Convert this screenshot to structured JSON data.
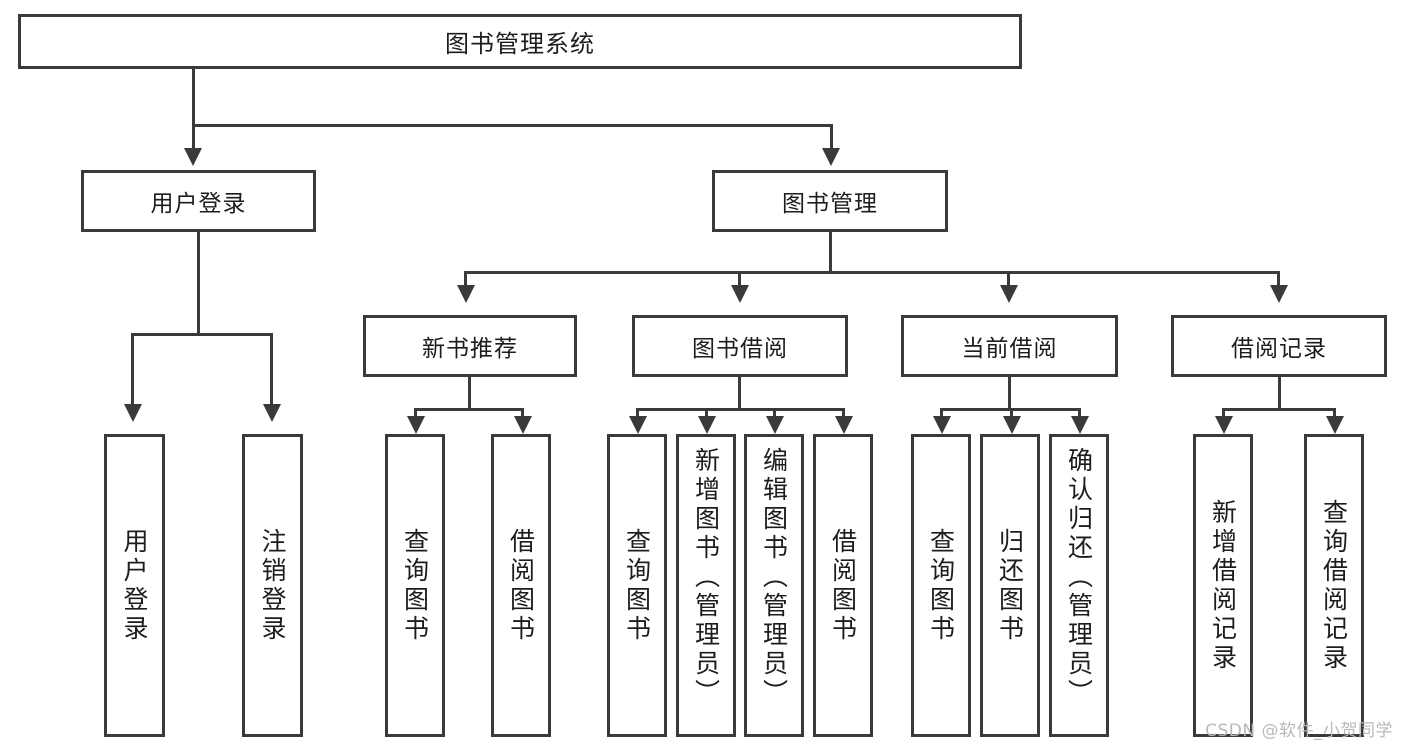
{
  "diagram": {
    "title": "图书管理系统",
    "type": "tree-hierarchy",
    "root": {
      "label": "图书管理系统"
    },
    "level1": [
      {
        "label": "用户登录"
      },
      {
        "label": "图书管理"
      }
    ],
    "level2": [
      {
        "label": "新书推荐"
      },
      {
        "label": "图书借阅"
      },
      {
        "label": "当前借阅"
      },
      {
        "label": "借阅记录"
      }
    ],
    "leaves": {
      "user_login": [
        {
          "label": "用户登录"
        },
        {
          "label": "注销登录"
        }
      ],
      "new_book_recommend": [
        {
          "label": "查询图书"
        },
        {
          "label": "借阅图书"
        }
      ],
      "book_borrow": [
        {
          "label": "查询图书"
        },
        {
          "label": "新增图书（管理员）"
        },
        {
          "label": "编辑图书（管理员）"
        },
        {
          "label": "借阅图书"
        }
      ],
      "current_borrow": [
        {
          "label": "查询图书"
        },
        {
          "label": "归还图书"
        },
        {
          "label": "确认归还（管理员）"
        }
      ],
      "borrow_record": [
        {
          "label": "新增借阅记录"
        },
        {
          "label": "查询借阅记录"
        }
      ]
    }
  },
  "watermark": {
    "text": "CSDN @软件_小贺同学"
  },
  "colors": {
    "stroke": "#3a3a3a",
    "background": "#ffffff",
    "text": "#1d1d1d",
    "watermark": "#b9b9b9"
  }
}
